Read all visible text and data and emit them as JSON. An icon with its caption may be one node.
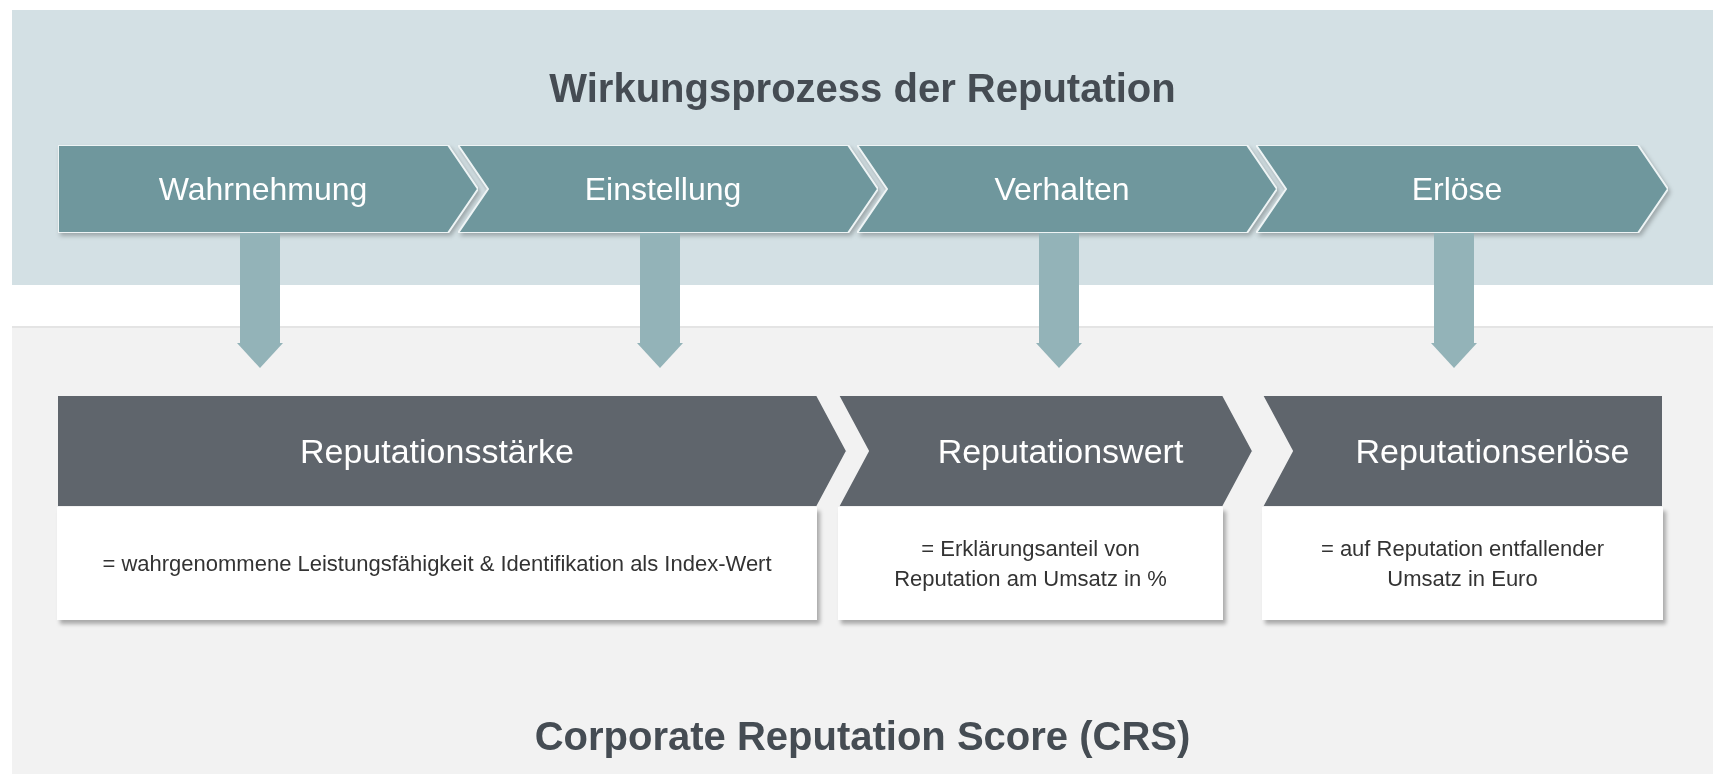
{
  "diagram": {
    "nodes": [
      {
        "text": [
          "Wirkungsprozess der Reputation"
        ]
      },
      {
        "text": [
          "Wahrnehmung"
        ],
        "in": 0
      },
      {
        "text": [
          "Einstellung"
        ],
        "in": 0
      },
      {
        "text": [
          "Verhalten"
        ],
        "in": 0
      },
      {
        "text": [
          "Erlöse"
        ],
        "in": 0
      },
      {
        "text": [
          "Corporate Reputation Score (CRS)"
        ]
      },
      {
        "text": [
          "Reputationsstärke",
          "= wahrgenommene Leistungsfähigkeit & Identifikation als Index-Wert"
        ],
        "in": 5
      },
      {
        "text": [
          "Reputationswert",
          "= Erklärungsanteil von Reputation am Umsatz in %"
        ],
        "in": 5
      },
      {
        "text": [
          "Reputationserlöse",
          "= auf Reputation entfallender Umsatz in Euro"
        ],
        "in": 5
      }
    ],
    "edges": [
      {
        "from": 1,
        "to": 6,
        "arrow": "to"
      },
      {
        "from": 2,
        "to": 6,
        "arrow": "to"
      },
      {
        "from": 3,
        "to": 7,
        "arrow": "to"
      },
      {
        "from": 4,
        "to": 8,
        "arrow": "to"
      }
    ]
  }
}
